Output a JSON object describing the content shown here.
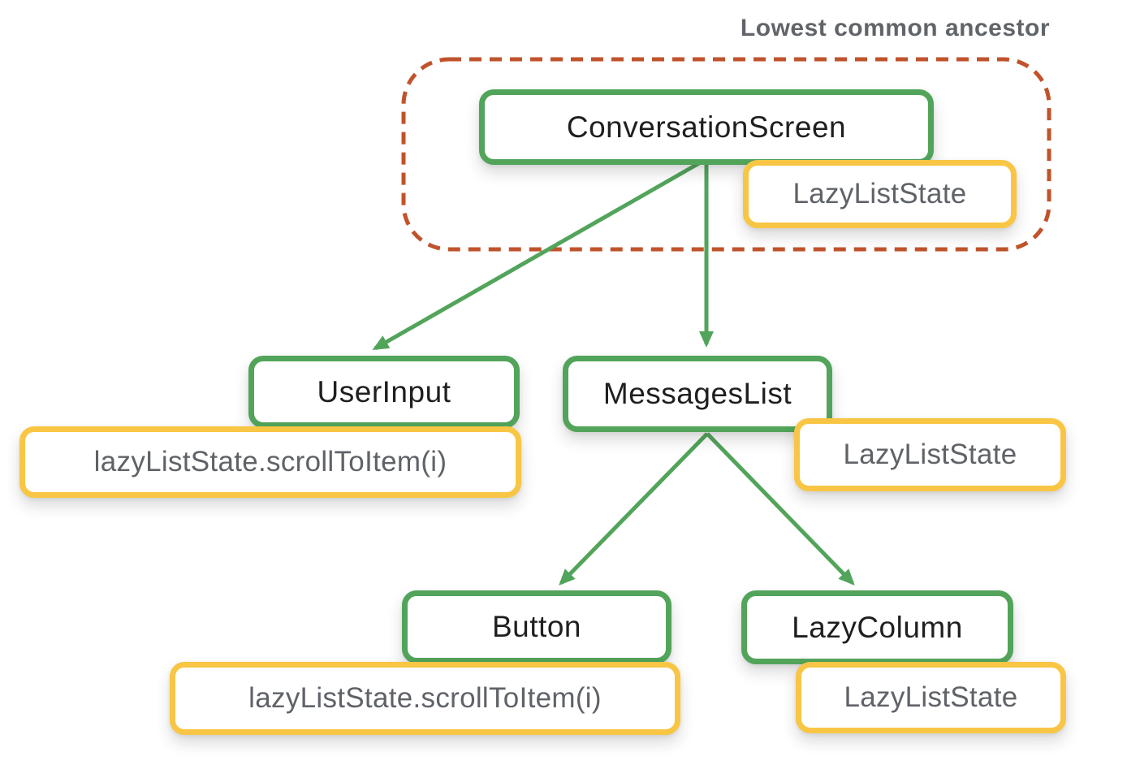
{
  "annotation": {
    "label": "Lowest common ancestor"
  },
  "colors": {
    "node-border": "#52A45A",
    "state-border": "#F8C644",
    "ancestor-dash": "#C0532B",
    "node-text": "#1F1F1F",
    "state-text": "#5F6368",
    "annotation-text": "#616569",
    "canvas-bg": "#FFFFFF"
  },
  "tree": {
    "root": {
      "label": "ConversationScreen",
      "state": "LazyListState"
    },
    "children": [
      {
        "label": "UserInput",
        "call": "lazyListState.scrollToItem(i)"
      },
      {
        "label": "MessagesList",
        "state": "LazyListState",
        "children": [
          {
            "label": "Button",
            "call": "lazyListState.scrollToItem(i)"
          },
          {
            "label": "LazyColumn",
            "state": "LazyListState"
          }
        ]
      }
    ]
  }
}
